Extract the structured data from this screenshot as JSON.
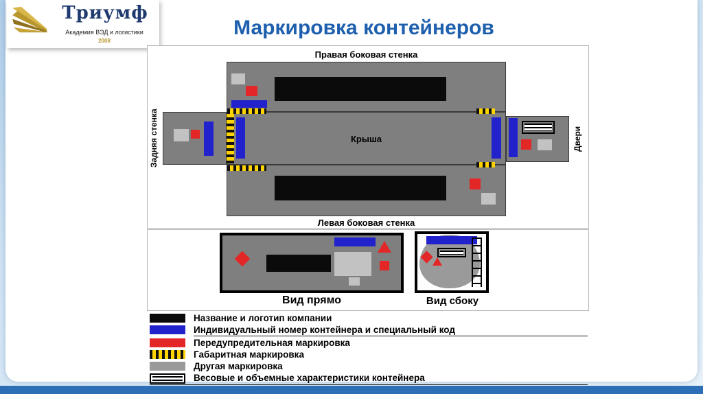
{
  "title": "Маркировка контейнеров",
  "logo": {
    "name": "Триумф",
    "subtitle": "Академия ВЭД и логистики",
    "year": "2008"
  },
  "container_diagram": {
    "top_wall": "Правая боковая стенка",
    "back_wall": "Задняя стенка",
    "roof": "Крыша",
    "doors": "Двери",
    "bottom_wall": "Левая боковая стенка"
  },
  "views": {
    "front_label": "Вид прямо",
    "side_label": "Вид сбоку"
  },
  "legend": {
    "items": [
      {
        "swatch": "black",
        "label": "Название и логотип компании"
      },
      {
        "swatch": "blue",
        "label": "Индивидуальный номер контейнера и специальный код"
      },
      {
        "swatch": "red",
        "label": "Передупредительная маркировка"
      },
      {
        "swatch": "hazard-stripes",
        "label": "Габаритная маркировка"
      },
      {
        "swatch": "gray",
        "label": "Другая маркировка"
      },
      {
        "swatch": "lined-box",
        "label": "Весовые и объемные характеристики контейнера"
      }
    ]
  },
  "colors": {
    "title_blue": "#1e5fae",
    "footer_blue": "#2d6fb7",
    "container_gray": "#7f7f7f",
    "mark_black": "#0b0b0b",
    "mark_blue": "#2222cc",
    "mark_red": "#e32726",
    "mark_gray": "#c2c2c2",
    "hazard_yellow": "#ffd400",
    "logo_navy": "#1f3a6e",
    "logo_gold": "#b8962e"
  }
}
